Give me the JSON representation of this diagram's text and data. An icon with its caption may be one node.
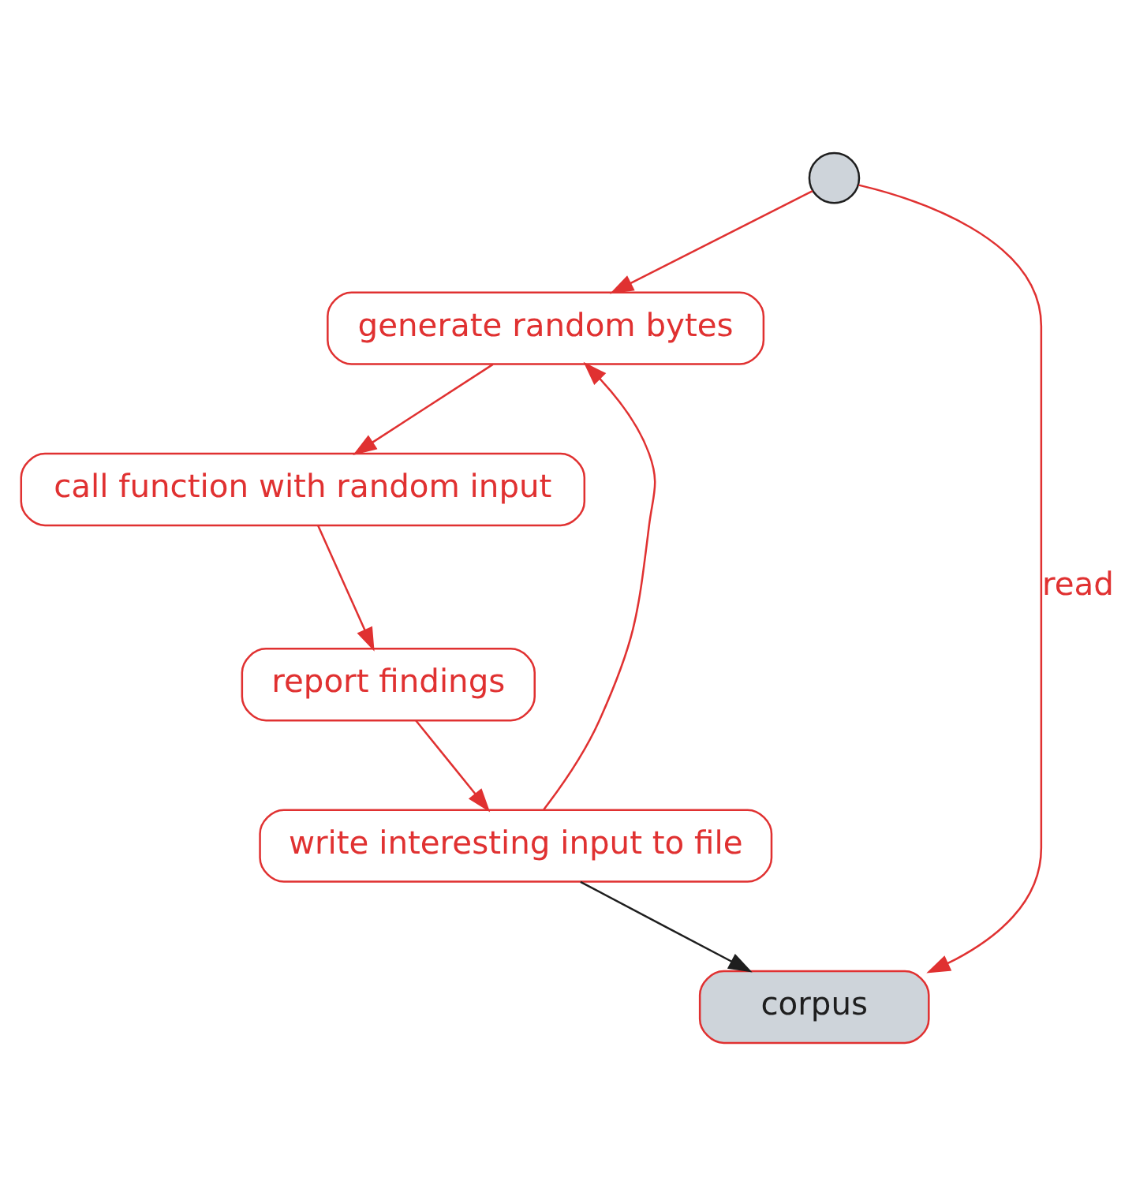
{
  "diagram": {
    "nodes": [
      {
        "text": [],
        "shape": "circle"
      },
      {
        "text": [
          "generate random bytes"
        ]
      },
      {
        "text": [
          "call function with random input"
        ]
      },
      {
        "text": [
          "report findings"
        ]
      },
      {
        "text": [
          "write interesting input to file"
        ]
      },
      {
        "text": [
          "corpus"
        ]
      }
    ],
    "edges": [
      {
        "from": 0,
        "to": 1,
        "arrow": "to"
      },
      {
        "from": 0,
        "to": 5,
        "arrow": "to",
        "label": "read"
      },
      {
        "from": 1,
        "to": 2,
        "arrow": "to"
      },
      {
        "from": 2,
        "to": 3,
        "arrow": "to"
      },
      {
        "from": 3,
        "to": 4,
        "arrow": "to"
      },
      {
        "from": 4,
        "to": 5,
        "arrow": "to",
        "color": "#1e1e1e"
      },
      {
        "from": 4,
        "to": 1,
        "arrow": "to"
      }
    ]
  }
}
